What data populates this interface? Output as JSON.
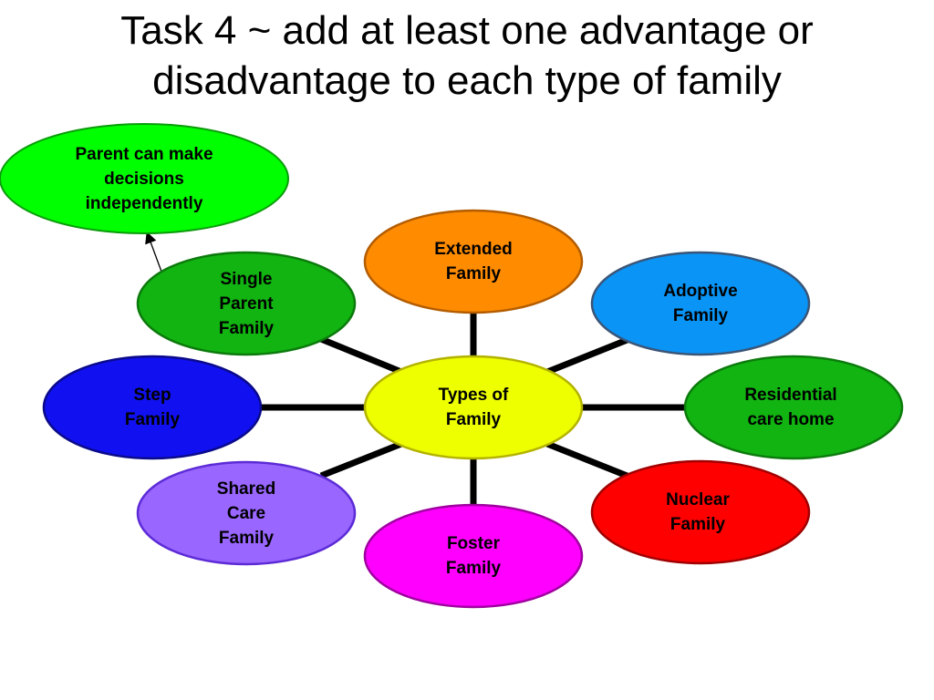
{
  "title": {
    "line1": "Task 4 ~ add at least one advantage or",
    "line2": "disadvantage to each type of family"
  },
  "center": {
    "label": "Types of\nFamily",
    "color": "#eeff00"
  },
  "nodes": [
    {
      "id": "extended",
      "label": "Extended\nFamily",
      "color": "#ff8c00"
    },
    {
      "id": "adoptive",
      "label": "Adoptive\nFamily",
      "color": "#0a94f5"
    },
    {
      "id": "residential",
      "label": "Residential\ncare home",
      "color": "#11b411"
    },
    {
      "id": "nuclear",
      "label": "Nuclear\nFamily",
      "color": "#ff0000"
    },
    {
      "id": "foster",
      "label": "Foster\nFamily",
      "color": "#ff00ff"
    },
    {
      "id": "shared",
      "label": "Shared\nCare\nFamily",
      "color": "#9966ff"
    },
    {
      "id": "step",
      "label": "Step\nFamily",
      "color": "#1010f0"
    },
    {
      "id": "single",
      "label": "Single\nParent\nFamily",
      "color": "#11b411"
    }
  ],
  "note": {
    "label": "Parent can make\ndecisions\nindependently",
    "color": "#00ff00"
  }
}
